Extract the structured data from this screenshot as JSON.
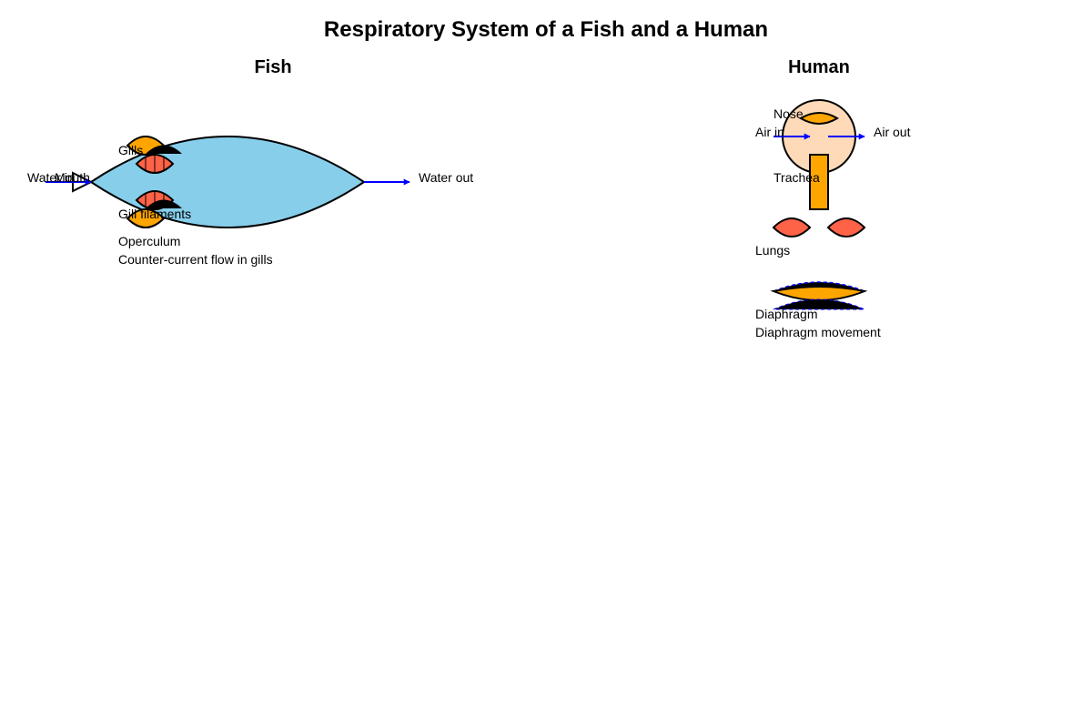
{
  "title": "Respiratory System of a Fish and a Human",
  "fish": {
    "heading": "Fish",
    "labels": {
      "water_in": "Water in",
      "mouth": "Mouth",
      "water_out": "Water out",
      "gills": "Gills",
      "gill_filaments": "Gill filaments",
      "operculum": "Operculum",
      "caption": "Counter-current flow in gills"
    }
  },
  "human": {
    "heading": "Human",
    "labels": {
      "nose": "Nose",
      "air_in": "Air in",
      "air_out": "Air out",
      "trachea": "Trachea",
      "lungs": "Lungs",
      "diaphragm": "Diaphragm",
      "caption": "Diaphragm movement"
    }
  },
  "colors": {
    "fish_body": "#87CEEB",
    "gill_flap": "#FFA500",
    "gill_filament": "#FF6347",
    "head": "#FFDAB9",
    "trachea": "#FFA500",
    "lung": "#FF6347",
    "arrow": "#0000FF",
    "outline": "#000000"
  }
}
